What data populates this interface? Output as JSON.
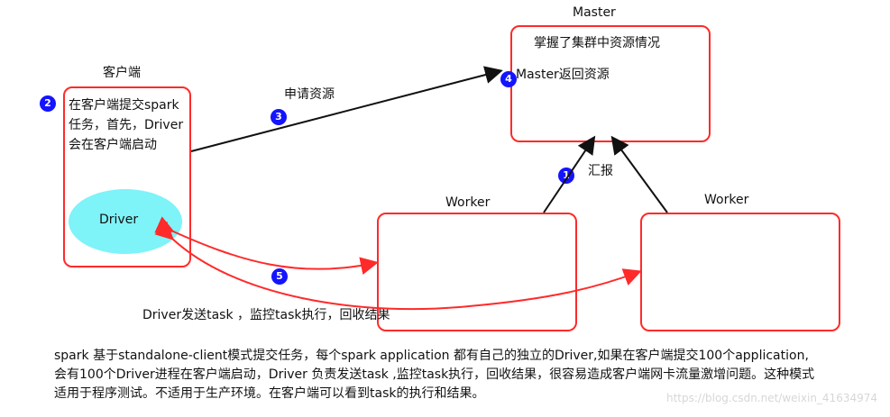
{
  "labels": {
    "master_title": "Master",
    "master_note_1": "掌握了集群中资源情况",
    "master_note_2": "Master返回资源",
    "client_title": "客户端",
    "client_note": "在客户端提交spark 任务，首先，Driver会在客户端启动",
    "worker_left": "Worker",
    "worker_right": "Worker",
    "apply_resource": "申请资源",
    "report": "汇报",
    "driver": "Driver",
    "task_flow": "Driver发送task ，监控task执行，回收结果"
  },
  "badges": {
    "b1": "1",
    "b2": "2",
    "b3": "3",
    "b4": "4",
    "b5": "5"
  },
  "description": "spark 基于standalone-client模式提交任务，每个spark application 都有自己的独立的Driver,如果在客户端提交100个application,会有100个Driver进程在客户端启动，Driver 负责发送task ,监控task执行，回收结果，很容易造成客户端网卡流量激增问题。这种模式适用于程序测试。不适用于生产环境。在客户端可以看到task的执行和结果。",
  "watermark": "https://blog.csdn.net/weixin_41634974",
  "colors": {
    "box_border": "#ff2a2a",
    "driver_fill": "#7ef3f8",
    "badge_fill": "#1414ff",
    "arrow_black": "#111111",
    "arrow_red": "#ff2a2a"
  }
}
